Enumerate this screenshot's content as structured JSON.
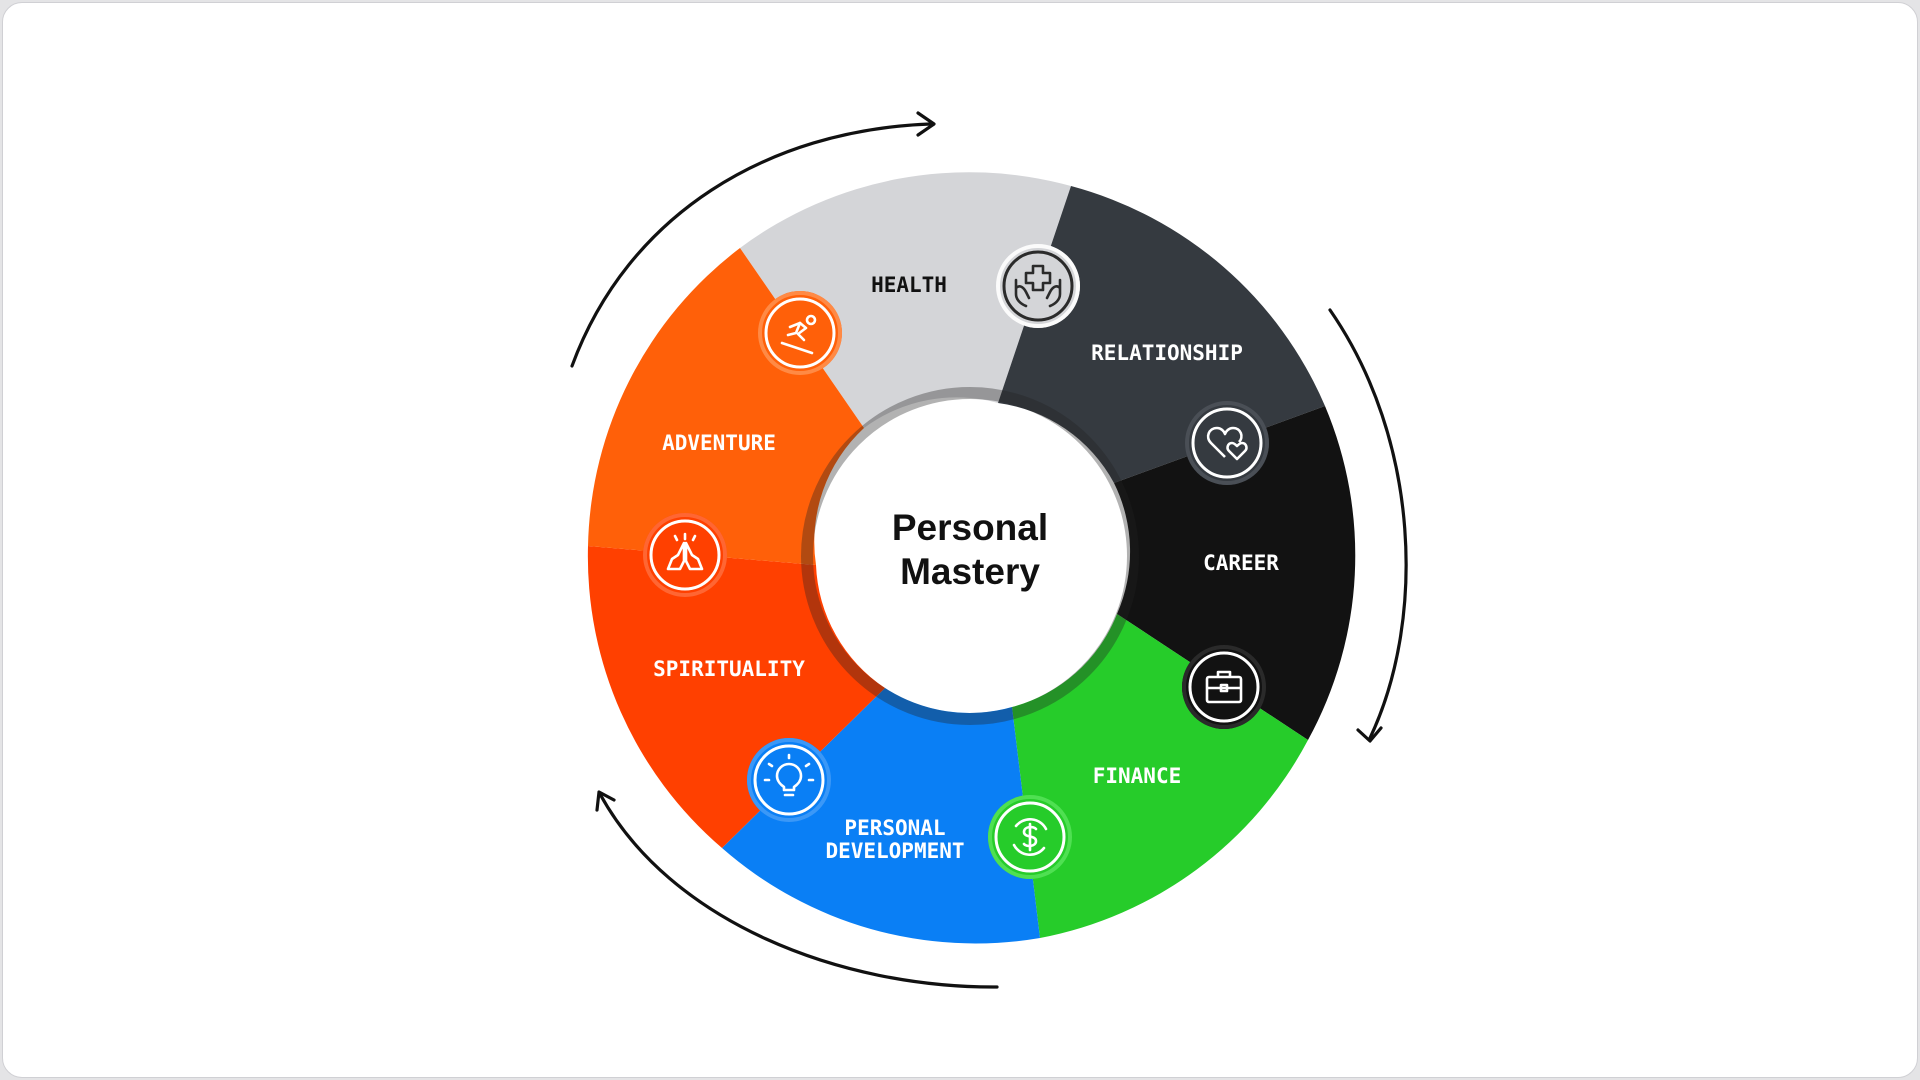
{
  "center": {
    "line1": "Personal",
    "line2": "Mastery"
  },
  "segments": [
    {
      "id": "health",
      "label": "HEALTH",
      "color": "#d4d5d8",
      "label_color": "#111111",
      "icon": "hands-medical-cross-icon"
    },
    {
      "id": "relationship",
      "label": "RELATIONSHIP",
      "color": "#353a40",
      "label_color": "#ffffff",
      "icon": "hearts-icon"
    },
    {
      "id": "career",
      "label": "CAREER",
      "color": "#121212",
      "label_color": "#ffffff",
      "icon": "briefcase-icon"
    },
    {
      "id": "finance",
      "label": "FINANCE",
      "color": "#26cc2a",
      "label_color": "#ffffff",
      "icon": "dollar-coin-icon"
    },
    {
      "id": "personal-development",
      "label_line1": "PERSONAL",
      "label_line2": "DEVELOPMENT",
      "color": "#0a7ff5",
      "label_color": "#ffffff",
      "icon": "lightbulb-icon"
    },
    {
      "id": "spirituality",
      "label": "SPIRITUALITY",
      "color": "#ff4000",
      "label_color": "#ffffff",
      "icon": "praying-hands-icon"
    },
    {
      "id": "adventure",
      "label": "ADVENTURE",
      "color": "#ff6009",
      "label_color": "#ffffff",
      "icon": "skier-icon"
    }
  ],
  "cycle_arrow_color": "#111111",
  "center_ring_color": "#3a3a3a"
}
